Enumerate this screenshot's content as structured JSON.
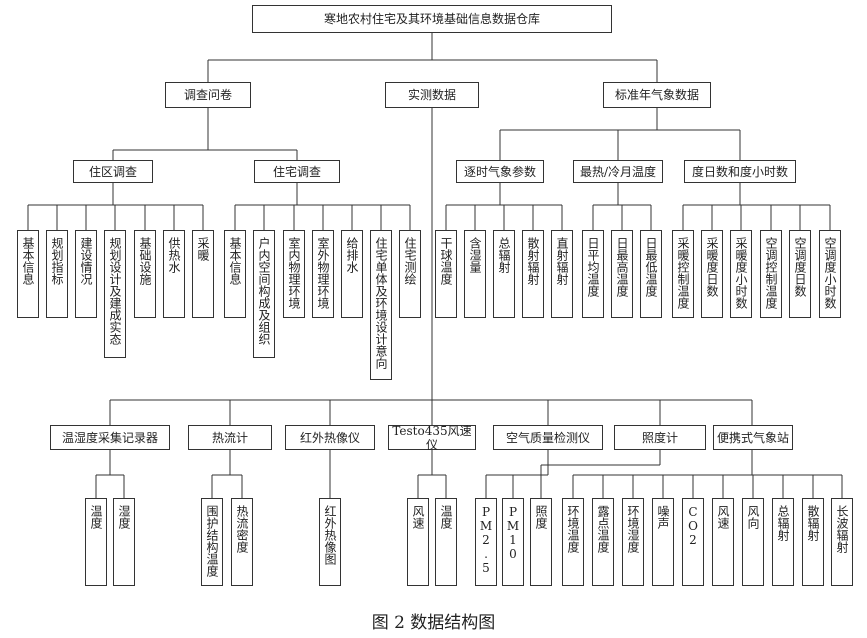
{
  "root": "寒地农村住宅及其环境基础信息数据仓库",
  "level1": {
    "survey": "调查问卷",
    "measured": "实测数据",
    "weather": "标准年气象数据"
  },
  "survey": {
    "area": "住区调查",
    "house": "住宅调查",
    "area_items": [
      "基本信息",
      "规划指标",
      "建设情况",
      "规划设计及建成实态",
      "基础设施",
      "供热水",
      "采暖"
    ],
    "house_items": [
      "基本信息",
      "户内空间构成及组织",
      "室内物理环境",
      "室外物理环境",
      "给排水",
      "住宅单体及环境设计意向",
      "住宅测绘"
    ]
  },
  "weather": {
    "realtime": "逐时气象参数",
    "extreme": "最热/冷月温度",
    "degree": "度日数和度小时数",
    "realtime_items": [
      "干球温度",
      "含湿量",
      "总辐射",
      "散射辐射",
      "直射辐射"
    ],
    "extreme_items": [
      "日平均温度",
      "日最高温度",
      "日最低温度"
    ],
    "degree_items": [
      "采暖控制温度",
      "采暖度日数",
      "采暖度小时数",
      "空调控制温度",
      "空调度日数",
      "空调度小时数"
    ]
  },
  "instruments": [
    {
      "name": "温湿度采集记录器",
      "items": [
        "温度",
        "湿度"
      ]
    },
    {
      "name": "热流计",
      "items": [
        "围护结构温度",
        "热流密度"
      ]
    },
    {
      "name": "红外热像仪",
      "items": [
        "红外热像图"
      ]
    },
    {
      "name": "Testo435风速仪",
      "items": [
        "风速",
        "温度"
      ]
    },
    {
      "name": "空气质量检测仪",
      "items": [
        "PM2.5",
        "PM10"
      ]
    },
    {
      "name": "照度计",
      "items": [
        "照度"
      ]
    },
    {
      "name": "便携式气象站",
      "items": [
        "环境温度",
        "露点温度",
        "环境湿度",
        "噪声",
        "CO2",
        "风速",
        "风向",
        "总辐射",
        "散辐射",
        "长波辐射"
      ]
    }
  ],
  "caption": "图 2  数据结构图"
}
